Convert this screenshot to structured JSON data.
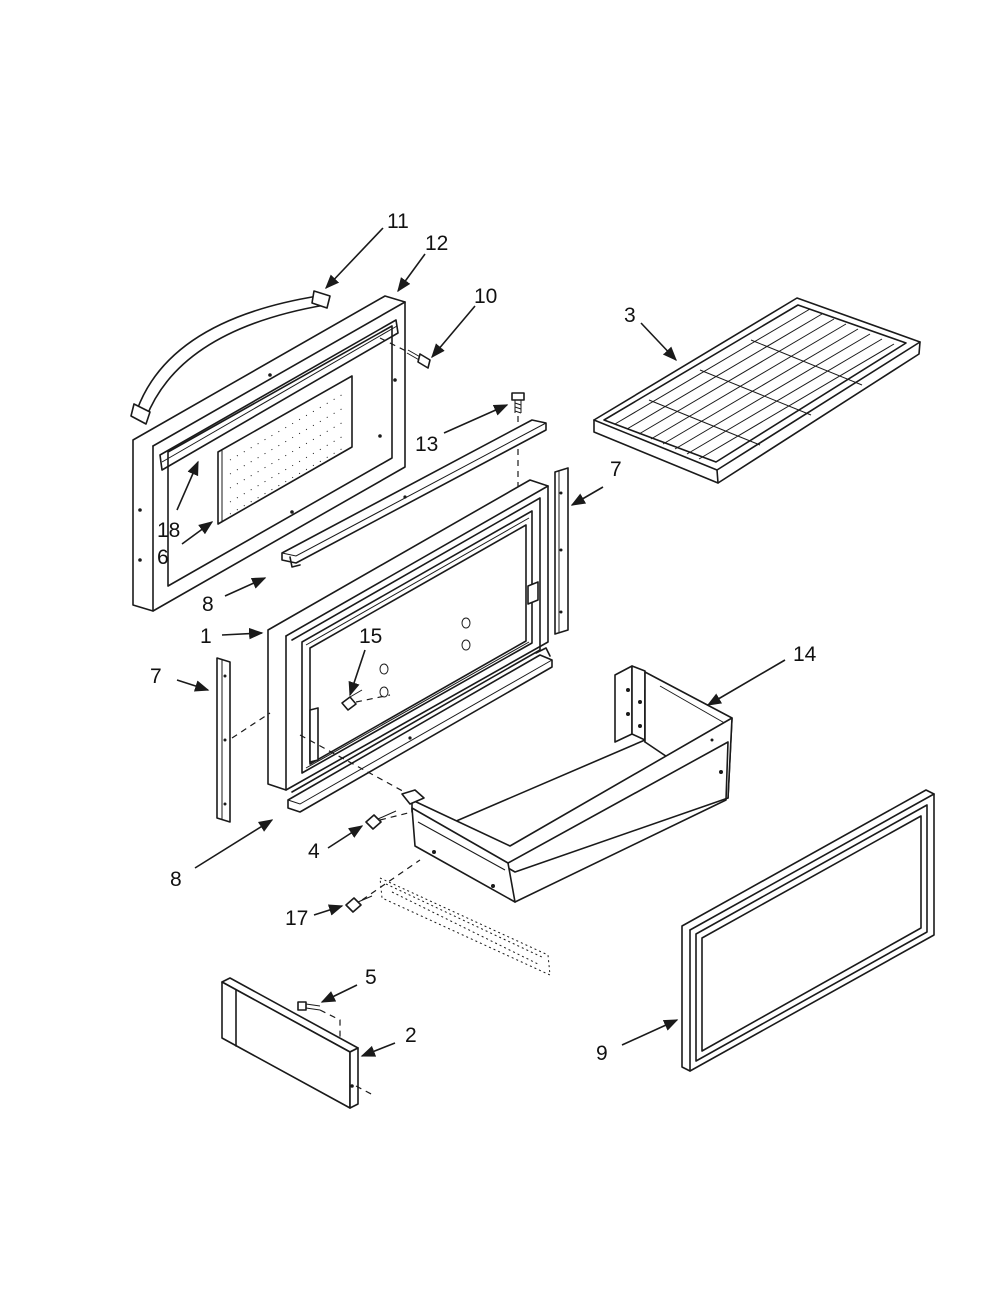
{
  "callouts": [
    {
      "id": "c11",
      "label": "11"
    },
    {
      "id": "c12",
      "label": "12"
    },
    {
      "id": "c10",
      "label": "10"
    },
    {
      "id": "c3",
      "label": "3"
    },
    {
      "id": "c13",
      "label": "13"
    },
    {
      "id": "c7a",
      "label": "7"
    },
    {
      "id": "c18",
      "label": "18"
    },
    {
      "id": "c6",
      "label": "6"
    },
    {
      "id": "c8a",
      "label": "8"
    },
    {
      "id": "c1",
      "label": "1"
    },
    {
      "id": "c15",
      "label": "15"
    },
    {
      "id": "c14",
      "label": "14"
    },
    {
      "id": "c7b",
      "label": "7"
    },
    {
      "id": "c4",
      "label": "4"
    },
    {
      "id": "c8b",
      "label": "8"
    },
    {
      "id": "c17",
      "label": "17"
    },
    {
      "id": "c5",
      "label": "5"
    },
    {
      "id": "c2",
      "label": "2"
    },
    {
      "id": "c9",
      "label": "9"
    }
  ]
}
